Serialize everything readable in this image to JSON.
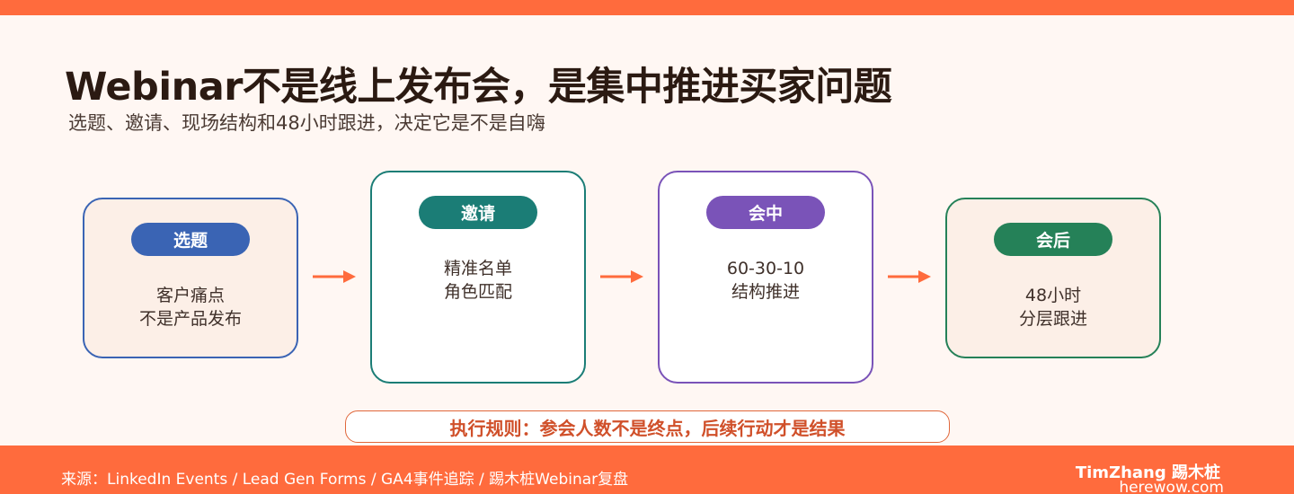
{
  "header": {
    "title": "Webinar不是线上发布会，是集中推进买家问题",
    "subtitle": "选题、邀请、现场结构和48小时跟进，决定它是不是自嗨"
  },
  "stages": [
    {
      "label": "选题",
      "lines": [
        "客户痛点",
        "不是产品发布"
      ],
      "color": "#3A64B4"
    },
    {
      "label": "邀请",
      "lines": [
        "精准名单",
        "角色匹配"
      ],
      "color": "#1B7D76"
    },
    {
      "label": "会中",
      "lines": [
        "60-30-10",
        "结构推进"
      ],
      "color": "#7A53B8"
    },
    {
      "label": "会后",
      "lines": [
        "48小时",
        "分层跟进"
      ],
      "color": "#258158"
    }
  ],
  "rule": "执行规则：参会人数不是终点，后续行动才是结果",
  "footer": {
    "source": "来源：LinkedIn Events / Lead Gen Forms / GA4事件追踪 / 踢木桩Webinar复盘",
    "brand": "TimZhang 踢木桩",
    "site": "herewow.com"
  },
  "colors": {
    "accent": "#FF6B3D",
    "background": "#FFF7F3",
    "arrow": "#FF6B3D"
  }
}
